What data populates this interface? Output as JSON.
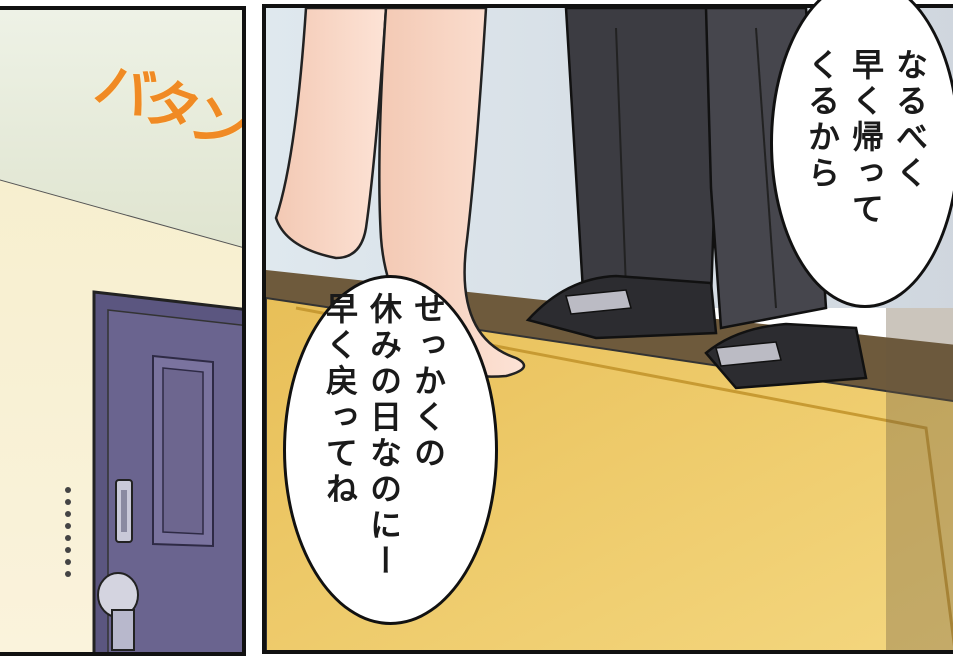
{
  "sound_effect": "バタン",
  "speech_bubbles": [
    {
      "text": "なるべく\n早く帰って\nくるから"
    },
    {
      "text": "せっかくの\n休みの日なのにー\n早く戻ってね"
    }
  ]
}
